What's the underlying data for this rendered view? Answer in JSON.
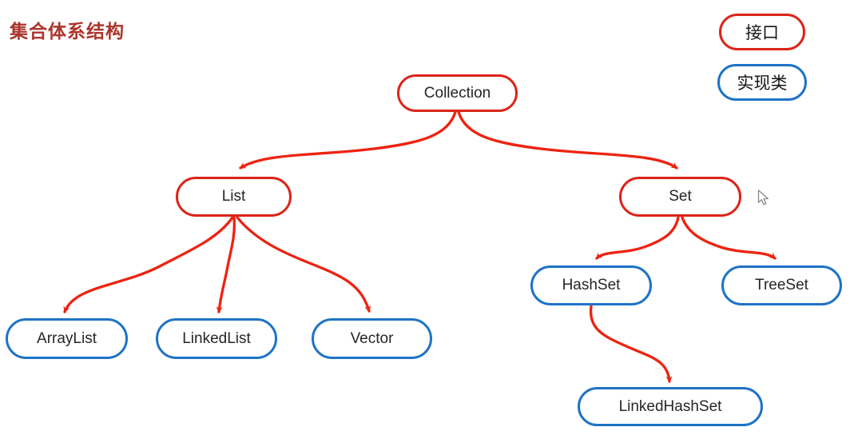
{
  "header": {
    "title": "集合体系结构"
  },
  "legend": {
    "interface_label": "接口",
    "implementation_label": "实现类"
  },
  "colors": {
    "interface_border": "#dc2418",
    "implementation_border": "#1e73c6",
    "arrow": "#ee2211",
    "title_text": "#ac342b",
    "node_text": "#262626"
  },
  "diagram": {
    "nodes": {
      "collection": {
        "label": "Collection",
        "kind": "interface"
      },
      "list": {
        "label": "List",
        "kind": "interface"
      },
      "set": {
        "label": "Set",
        "kind": "interface"
      },
      "arraylist": {
        "label": "ArrayList",
        "kind": "implementation"
      },
      "linkedlist": {
        "label": "LinkedList",
        "kind": "implementation"
      },
      "vector": {
        "label": "Vector",
        "kind": "implementation"
      },
      "hashset": {
        "label": "HashSet",
        "kind": "implementation"
      },
      "treeset": {
        "label": "TreeSet",
        "kind": "implementation"
      },
      "linkedhashset": {
        "label": "LinkedHashSet",
        "kind": "implementation"
      }
    },
    "edges": [
      {
        "from": "Collection",
        "to": "List"
      },
      {
        "from": "Collection",
        "to": "Set"
      },
      {
        "from": "List",
        "to": "ArrayList"
      },
      {
        "from": "List",
        "to": "LinkedList"
      },
      {
        "from": "List",
        "to": "Vector"
      },
      {
        "from": "Set",
        "to": "HashSet"
      },
      {
        "from": "Set",
        "to": "TreeSet"
      },
      {
        "from": "HashSet",
        "to": "LinkedHashSet"
      }
    ]
  }
}
